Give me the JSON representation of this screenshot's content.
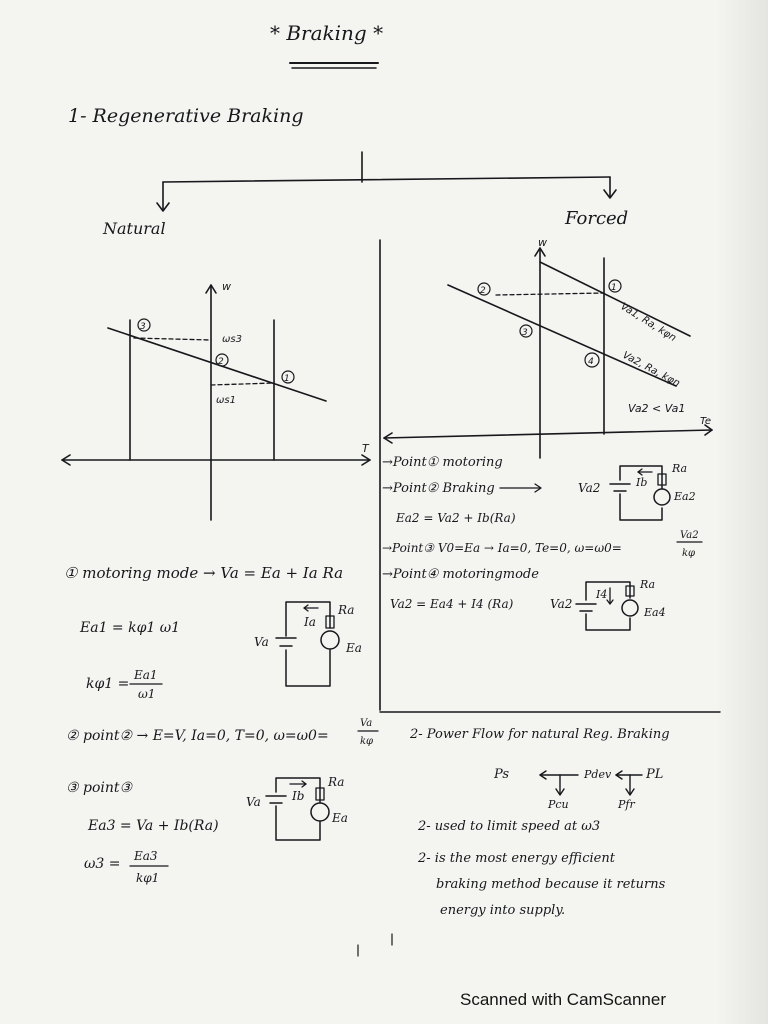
{
  "title": "* Braking *",
  "section1": {
    "heading": "1- Regenerative Braking",
    "natural_label": "Natural",
    "forced_label": "Forced"
  },
  "natural_graph": {
    "axis_w": "w",
    "axis_t": "T",
    "point1": "1",
    "point2": "2",
    "point3": "3",
    "w_s3": "ωs3",
    "w_s1": "ωs1"
  },
  "forced_graph": {
    "axis_w": "w",
    "axis_t": "Te",
    "point1": "1",
    "point2": "2",
    "point3": "3",
    "point4": "4",
    "line1": "Va1, Ra, kφn",
    "line2": "Va2, Ra, kφn",
    "relation": "Va2 < Va1"
  },
  "left_notes": {
    "motoring_mode": "① motoring mode → Va = Ea + Ia Ra",
    "ea1_eq": "Ea1 = kφ1 ω1",
    "kphi_lhs": "kφ1 =",
    "kphi_num": "Ea1",
    "kphi_den": "ω1",
    "point2_text": "② point② → E=V, Ia=0, T=0, ω=ω0=",
    "point2_num": "Va",
    "point2_den": "kφ",
    "point3_text": "③ point③",
    "ea3_eq": "Ea3 = Va + Ib(Ra)",
    "w3_lhs": "ω3 =",
    "w3_num": "Ea3",
    "w3_den": "kφ1"
  },
  "left_circuit1": {
    "source": "Va",
    "current": "Ia",
    "resistor": "Ra",
    "emf": "Ea"
  },
  "left_circuit3": {
    "source": "Va",
    "current": "Ib",
    "resistor": "Ra",
    "emf": "Ea"
  },
  "right_notes": {
    "p1": "→Point① motoring",
    "p2": "→Point② Braking",
    "ea2_eq": "Ea2 = Va2 + Ib(Ra)",
    "p3": "→Point③ V0=Ea → Ia=0, Te=0, ω=ω0=",
    "p3_num": "Va2",
    "p3_den": "kφ",
    "p4": "→Point④ motoringmode",
    "va2_eq": "Va2 = Ea4 + I4 (Ra)"
  },
  "right_circuit_braking": {
    "source": "Va2",
    "current": "Ib",
    "resistor": "Ra",
    "emf": "Ea2"
  },
  "right_circuit_motoring": {
    "source": "Va2",
    "current": "I4",
    "resistor": "Ra",
    "emf": "Ea4"
  },
  "power_flow": {
    "heading": "2- Power Flow for natural Reg. Braking",
    "ps": "Ps",
    "pdev": "Pdev",
    "pl": "PL",
    "pcu": "Pcu",
    "pfr": "Pfr",
    "note1": "2- used to limit speed at ω3",
    "note2_line1": "2- is the most energy efficient",
    "note2_line2": "braking method because it returns",
    "note2_line3": "energy into supply."
  },
  "watermark": "Scanned with CamScanner"
}
